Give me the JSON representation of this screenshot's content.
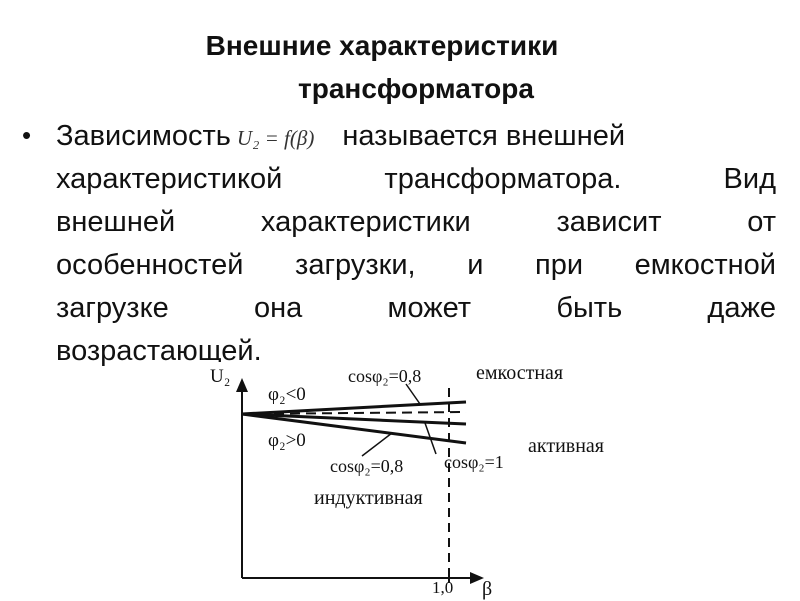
{
  "title": {
    "line1": "Внешние характеристики",
    "line2": "трансформатора"
  },
  "bullet": "•",
  "paragraph": {
    "line1_start": "Зависимость",
    "formula": "U₂ = f(β)",
    "line1_end": "называется внешней",
    "line2_words": [
      "характеристикой",
      "трансформатора.",
      "Вид"
    ],
    "line3_words": [
      "внешней",
      "характеристики",
      "зависит",
      "от"
    ],
    "line4_words": [
      "особенностей",
      "загрузки,",
      "и",
      "при",
      "емкостной"
    ],
    "line5_words": [
      "загрузке",
      "она",
      "может",
      "быть",
      "даже"
    ],
    "line6": "возрастающей."
  },
  "diagram": {
    "y_axis_label": "U₂",
    "x_axis_label": "β",
    "x_tick": "1,0",
    "phi_negative": "φ₂<0",
    "phi_positive": "φ₂>0",
    "cos_top": "cosφ₂=0,8",
    "cos_bottom": "cosφ₂=0,8",
    "cos_one": "cosφ₂=1",
    "label_capacitive": "емкостная",
    "label_active": "активная",
    "label_inductive": "индуктивная"
  }
}
